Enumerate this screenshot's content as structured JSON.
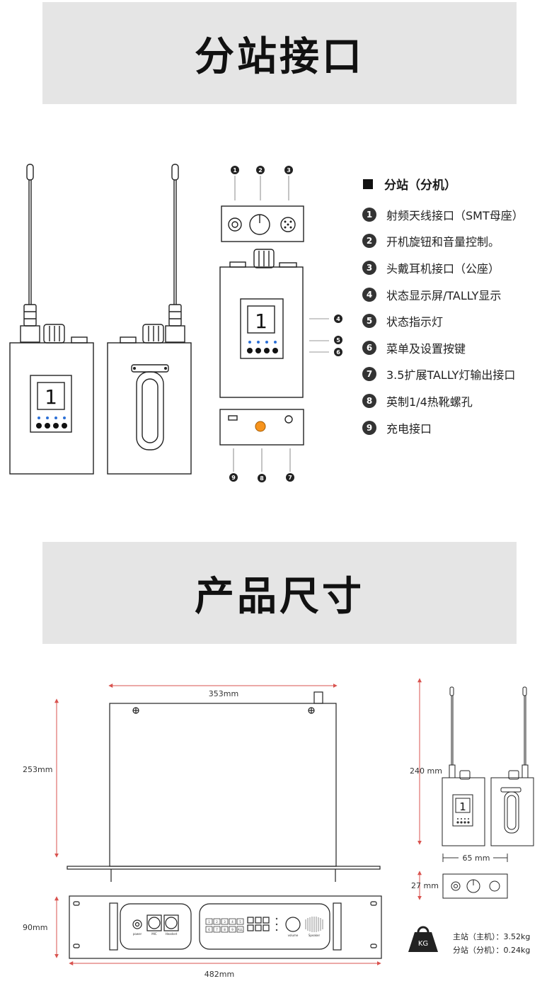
{
  "section1": {
    "title": "分站接口"
  },
  "section2": {
    "title": "产品尺寸"
  },
  "features": {
    "heading": "分站（分机）",
    "items": [
      {
        "num": "1",
        "text": "射频天线接口（SMT母座）"
      },
      {
        "num": "2",
        "text": "开机旋钮和音量控制。"
      },
      {
        "num": "3",
        "text": "头戴耳机接口（公座）"
      },
      {
        "num": "4",
        "text": "状态显示屏/TALLY显示"
      },
      {
        "num": "5",
        "text": "状态指示灯"
      },
      {
        "num": "6",
        "text": "菜单及设置按键"
      },
      {
        "num": "7",
        "text": "3.5扩展TALLY灯输出接口"
      },
      {
        "num": "8",
        "text": "英制1/4热靴螺孔"
      },
      {
        "num": "9",
        "text": "充电接口"
      }
    ]
  },
  "callouts": {
    "c1": "1",
    "c2": "2",
    "c3": "3",
    "c4": "4",
    "c5": "5",
    "c6": "6",
    "c7": "7",
    "c8": "8",
    "c9": "9"
  },
  "device": {
    "screen_digit": "1"
  },
  "dimensions": {
    "main_width": "353mm",
    "main_depth": "253mm",
    "main_height": "90mm",
    "rack_width": "482mm",
    "sub_height": "240 mm",
    "sub_width": "65 mm",
    "sub_depth": "27 mm"
  },
  "rack_labels": {
    "power": "power",
    "mic": "MIC",
    "headset": "Headset",
    "keys_top": [
      "1",
      "2",
      "3",
      "4",
      "5"
    ],
    "keys_bottom": [
      "6",
      "7",
      "8",
      "9",
      "ALL"
    ],
    "volume": "volume",
    "speaker": "Speaker"
  },
  "weight": {
    "icon_label": "KG",
    "main": "主站（主机）：3.52kg",
    "sub": "分站（分机）：0.24kg"
  },
  "colors": {
    "banner": "#e5e5e5",
    "accent_orange": "#f7941d",
    "led_blue": "#2b6fd6",
    "dim_red": "#d9534f"
  }
}
